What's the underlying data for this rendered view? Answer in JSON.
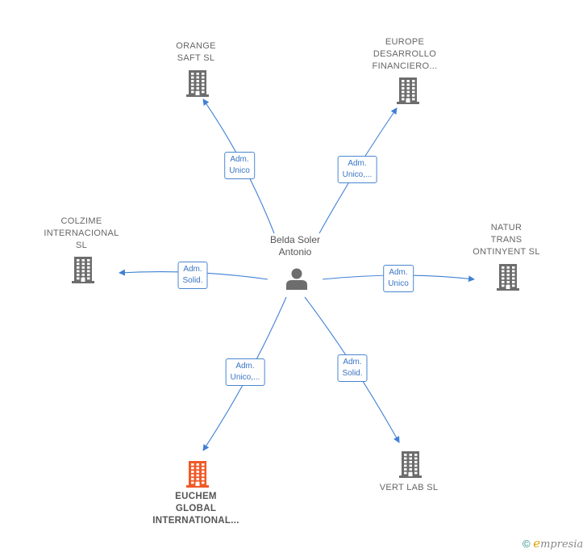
{
  "center": {
    "name": "Belda Soler\nAntonio",
    "icon": "person-icon"
  },
  "nodes": [
    {
      "id": "orange",
      "name": "ORANGE\nSAFT SL",
      "color": "#6d6d6d",
      "highlight": false
    },
    {
      "id": "europe",
      "name": "EUROPE\nDESARROLLO\nFINANCIERO...",
      "color": "#6d6d6d",
      "highlight": false
    },
    {
      "id": "colzime",
      "name": "COLZIME\nINTERNACIONAL\nSL",
      "color": "#6d6d6d",
      "highlight": false
    },
    {
      "id": "natur",
      "name": "NATUR\nTRANS\nONTINYENT SL",
      "color": "#6d6d6d",
      "highlight": false
    },
    {
      "id": "euchem",
      "name": "EUCHEM\nGLOBAL\nINTERNATIONAL...",
      "color": "#f05a28",
      "highlight": true
    },
    {
      "id": "vertlab",
      "name": "VERT LAB  SL",
      "color": "#6d6d6d",
      "highlight": false
    }
  ],
  "edges": [
    {
      "to": "orange",
      "label": "Adm.\nUnico"
    },
    {
      "to": "europe",
      "label": "Adm.\nUnico,..."
    },
    {
      "to": "colzime",
      "label": "Adm.\nSolid."
    },
    {
      "to": "natur",
      "label": "Adm.\nUnico"
    },
    {
      "to": "euchem",
      "label": "Adm.\nUnico,..."
    },
    {
      "to": "vertlab",
      "label": "Adm.\nSolid."
    }
  ],
  "colors": {
    "edge": "#3f80d4",
    "building": "#6d6d6d",
    "highlight": "#f05a28",
    "person": "#6d6d6d"
  },
  "brand": {
    "symbol": "©",
    "initial": "e",
    "rest": "mpresia"
  }
}
